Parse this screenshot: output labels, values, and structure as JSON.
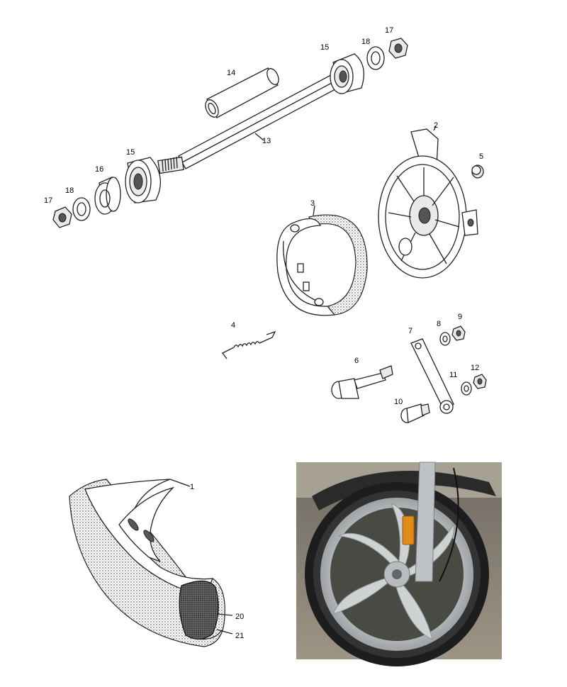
{
  "callouts": {
    "c1": "1",
    "c2": "2",
    "c3": "3",
    "c4": "4",
    "c5": "5",
    "c6": "6",
    "c7": "7",
    "c8": "8",
    "c9": "9",
    "c10": "10",
    "c11": "11",
    "c12": "12",
    "c13": "13",
    "c14": "14",
    "c15a": "15",
    "c15b": "15",
    "c16": "16",
    "c17a": "17",
    "c17b": "17",
    "c18a": "18",
    "c18b": "18",
    "c20": "20",
    "c21": "21"
  },
  "colors": {
    "line": "#222222",
    "photo_wheel": "#c9ccce",
    "photo_tire": "#1d1d1d",
    "photo_ground": "#8d8576",
    "reflector": "#e08a1a"
  }
}
